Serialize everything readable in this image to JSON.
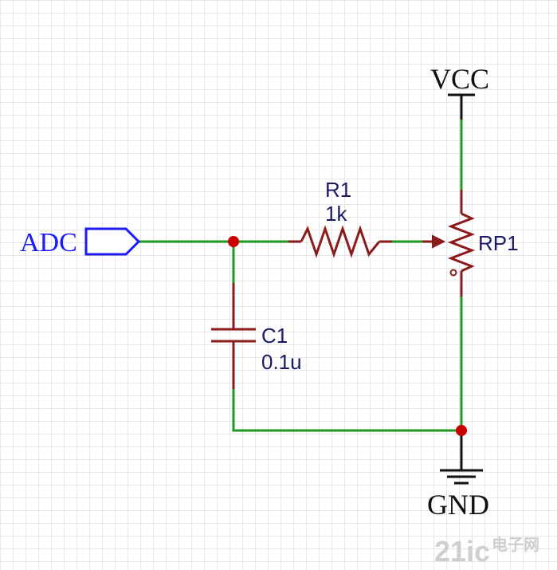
{
  "labels": {
    "vcc": "VCC",
    "gnd": "GND",
    "adc": "ADC",
    "r1_ref": "R1",
    "r1_value": "1k",
    "rp1_ref": "RP1",
    "c1_ref": "C1",
    "c1_value": "0.1u"
  },
  "watermark": {
    "brand": "21ic",
    "site": "电子网"
  },
  "colors": {
    "wire": "#1f9a1f",
    "component": "#8b1a1a",
    "junction": "#cc0000",
    "port": "#1a1aff"
  }
}
